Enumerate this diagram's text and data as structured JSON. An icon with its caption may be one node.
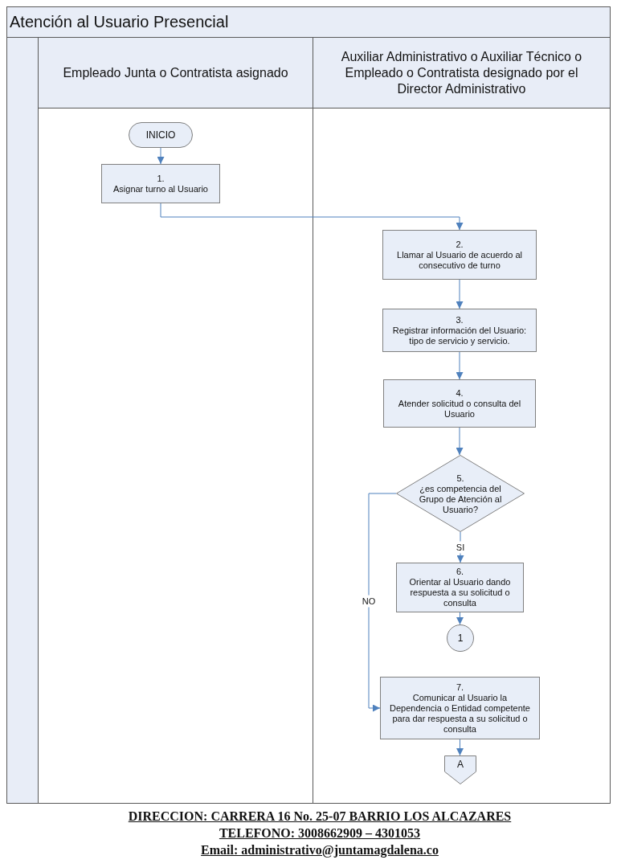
{
  "diagram": {
    "nodes": [
      {
        "text": [
          "Atención al Usuario Presencial"
        ]
      },
      {
        "text": [
          "Empleado Junta o Contratista asignado"
        ],
        "in": 0
      },
      {
        "text": [
          "Auxiliar Administrativo o Auxiliar Técnico o Empleado o Contratista designado por el Director Administrativo"
        ],
        "in": 0
      },
      {
        "text": [
          "INICIO"
        ],
        "in": 1
      },
      {
        "text": [
          "1.",
          "Asignar turno al Usuario"
        ],
        "in": 1
      },
      {
        "text": [
          "2.",
          "Llamar al Usuario de acuerdo al consecutivo de turno"
        ],
        "in": 2
      },
      {
        "text": [
          "3.",
          "Registrar información del Usuario: tipo de servicio y servicio."
        ],
        "in": 2
      },
      {
        "text": [
          "4.",
          "Atender solicitud o consulta del Usuario"
        ],
        "in": 2
      },
      {
        "text": [
          "5.",
          "¿es competencia del Grupo de Atención al Usuario?"
        ],
        "in": 2
      },
      {
        "text": [
          "6.",
          "Orientar al Usuario dando respuesta a su solicitud o consulta"
        ],
        "in": 2
      },
      {
        "text": [
          "1"
        ],
        "in": 2
      },
      {
        "text": [
          "7.",
          "Comunicar al Usuario la Dependencia o Entidad competente para dar respuesta a su solicitud o consulta"
        ],
        "in": 2
      },
      {
        "text": [
          "A"
        ],
        "in": 2
      }
    ],
    "edges": [
      {
        "from": 3,
        "to": 4,
        "arrow": "to"
      },
      {
        "from": 4,
        "to": 5,
        "arrow": "to"
      },
      {
        "from": 5,
        "to": 6,
        "arrow": "to"
      },
      {
        "from": 6,
        "to": 7,
        "arrow": "to"
      },
      {
        "from": 7,
        "to": 8,
        "arrow": "to"
      },
      {
        "from": 8,
        "to": 9,
        "arrow": "to",
        "label": "SI"
      },
      {
        "from": 9,
        "to": 10,
        "arrow": "to"
      },
      {
        "from": 8,
        "to": 11,
        "arrow": "to",
        "label": "NO"
      },
      {
        "from": 11,
        "to": 12,
        "arrow": "to"
      }
    ],
    "labels": [
      "DIRECCION: CARRERA 16 No. 25-07 BARRIO LOS ALCAZARES",
      "TELEFONO: 3008662909 – 4301053",
      "Email: administrativo@juntamagdalena.co"
    ]
  }
}
